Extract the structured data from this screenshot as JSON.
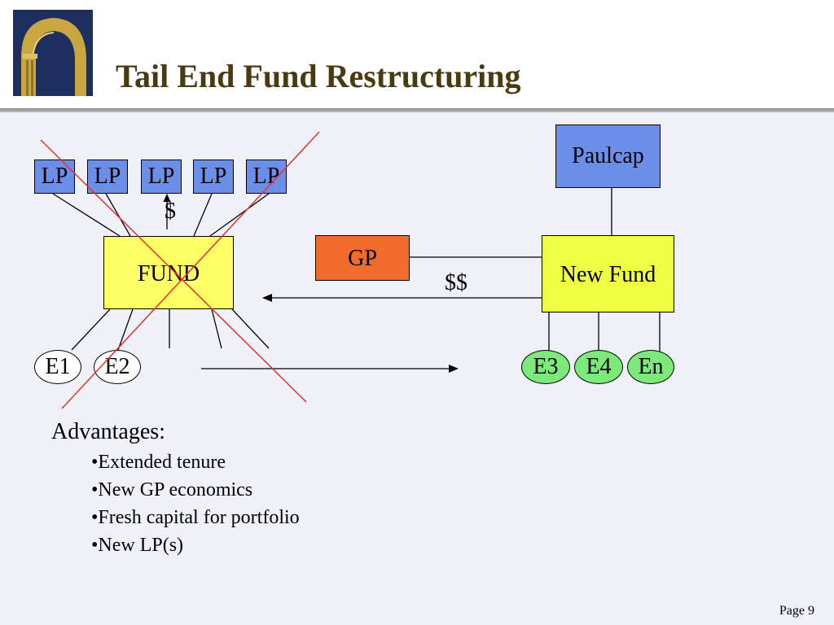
{
  "title": "Tail End Fund Restructuring",
  "page_label": "Page 9",
  "lp_boxes": [
    "LP",
    "LP",
    "LP",
    "LP",
    "LP"
  ],
  "dollar_single": "$",
  "fund_label": "FUND",
  "gp_label": "GP",
  "dollar_double": "$$",
  "new_fund_label": "New Fund",
  "paulcap_label": "Paulcap",
  "old_assets": [
    "E1",
    "E2"
  ],
  "new_assets": [
    "E3",
    "E4",
    "En"
  ],
  "advantages": {
    "heading": "Advantages:",
    "items": [
      "•Extended tenure",
      "•New GP economics",
      "•Fresh capital for portfolio",
      "•New LP(s)"
    ]
  },
  "colors": {
    "lp_blue": "#6b8ee8",
    "fund_yellow": "#ffff66",
    "gp_orange": "#f26a2c",
    "asset_green": "#7bea7b",
    "cross_red": "#e8302a",
    "title_brown": "#4a3a10"
  }
}
